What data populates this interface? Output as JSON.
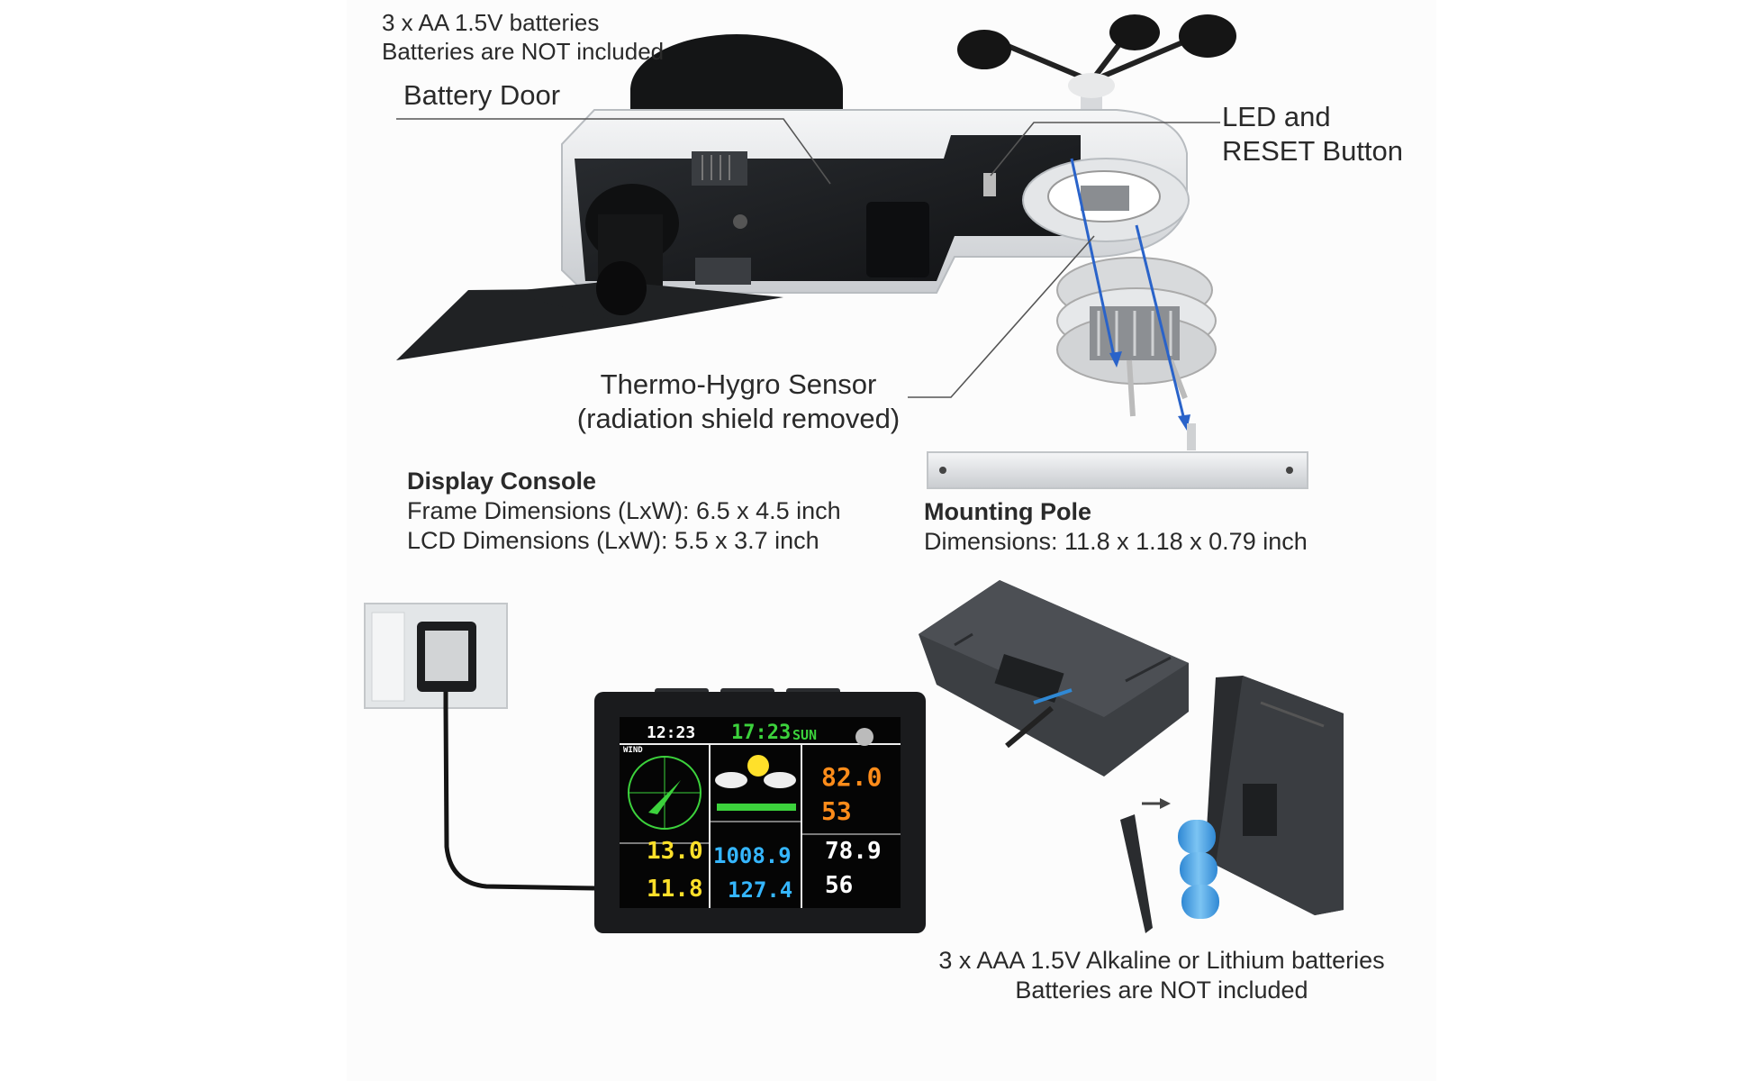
{
  "notes": {
    "sensor_batteries": [
      "3 x AA 1.5V batteries",
      "Batteries are NOT included"
    ],
    "console_batteries": [
      "3 x AAA 1.5V Alkaline or Lithium batteries",
      "Batteries are NOT included"
    ]
  },
  "callouts": {
    "battery_door": "Battery Door",
    "led_reset": [
      "LED and",
      "RESET Button"
    ],
    "thermo_hygro": [
      "Thermo-Hygro Sensor",
      "(radiation shield removed)"
    ]
  },
  "specs": {
    "display_console": {
      "title": "Display Console",
      "lines": [
        "Frame Dimensions (LxW): 6.5 x 4.5 inch",
        "LCD Dimensions (LxW): 5.5 x 3.7 inch"
      ]
    },
    "mounting_pole": {
      "title": "Mounting Pole",
      "lines": [
        "Dimensions: 11.8 x 1.18 x 0.79 inch"
      ]
    }
  },
  "lcd": {
    "date": "12:23",
    "time": "17:23",
    "day": "SUN",
    "wind_label": "WIND",
    "gust": "13.0",
    "average": "11.8",
    "pressure": "1008.9",
    "rain": "127.4",
    "outdoor_temp": "82.0",
    "outdoor_humidity": "53",
    "indoor_temp": "78.9",
    "indoor_humidity": "56"
  },
  "colors": {
    "device_body": "#1e2022",
    "device_silver": "#e3e5e7",
    "arrow_blue": "#2a63c9",
    "battery_blue": "#4ea6e6",
    "lcd_orange": "#ff8c1a",
    "lcd_yellow": "#ffe02a",
    "lcd_cyan": "#35b6ff",
    "lcd_green": "#3cd23c"
  },
  "icons": {
    "sensor": "outdoor-sensor-array",
    "console": "lcd-display-console",
    "adapter": "power-adapter",
    "batteries": "aaa-batteries"
  }
}
